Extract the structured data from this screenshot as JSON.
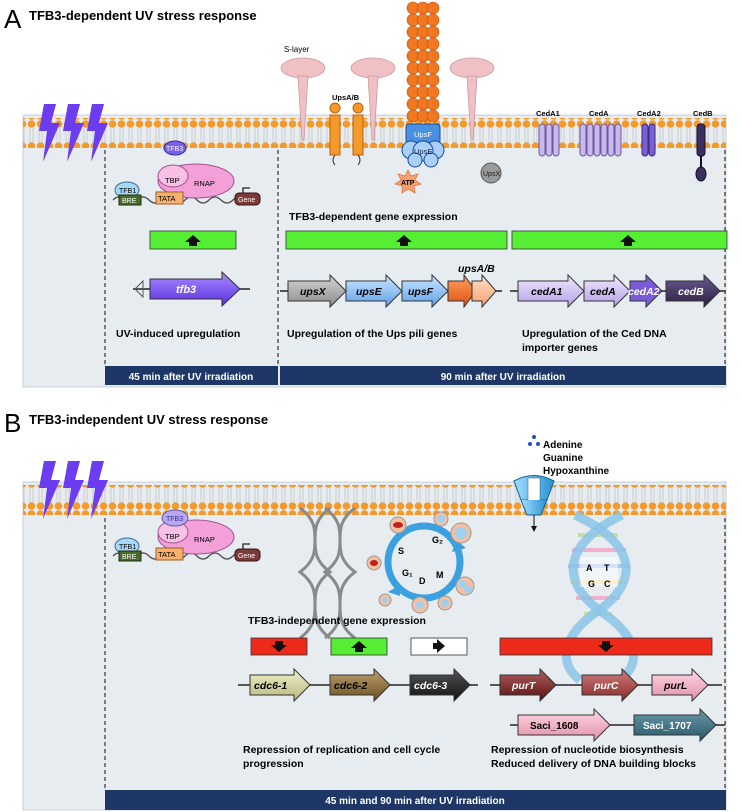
{
  "panelA": {
    "letter": "A",
    "title": "TFB3-dependent UV stress response",
    "slayer": "S-layer",
    "upsAB": "UpsA/B",
    "upsF": "UpsF",
    "upsE": "UpsE",
    "atp": "ATP",
    "upsX": "UpsX",
    "cedA1": "CedA1",
    "cedA": "CedA",
    "cedA2": "CedA2",
    "cedB": "CedB",
    "tfb3": "TFB3",
    "tbp": "TBP",
    "rnap": "RNAP",
    "tfb1": "TFB1",
    "bre": "BRE",
    "tata": "TATA",
    "gene": "Gene",
    "expr_title": "TFB3-dependent gene expression",
    "gene_tfb3": "tfb3",
    "gene_upsX": "upsX",
    "gene_upsE": "upsE",
    "gene_upsF": "upsF",
    "gene_upsAB": "upsA/B",
    "gene_cedA1": "cedA1",
    "gene_cedA": "cedA",
    "gene_cedA2": "cedA2",
    "gene_cedB": "cedB",
    "cap1": "UV-induced upregulation",
    "cap2": "Upregulation of the Ups pili genes",
    "cap3a": "Upregulation of the Ced DNA",
    "cap3b": "importer genes",
    "time1": "45 min after UV irradiation",
    "time2": "90 min after UV irradiation"
  },
  "panelB": {
    "letter": "B",
    "title": "TFB3-independent UV stress response",
    "adenine": "Adenine",
    "guanine": "Guanine",
    "hypoxanthine": "Hypoxanthine",
    "tfb3": "TFB3",
    "tbp": "TBP",
    "rnap": "RNAP",
    "tfb1": "TFB1",
    "bre": "BRE",
    "tata": "TATA",
    "gene": "Gene",
    "phase_s": "S",
    "phase_g2": "G₂",
    "phase_g1": "G₁",
    "phase_d": "D",
    "phase_m": "M",
    "base_a": "A",
    "base_t": "T",
    "base_g": "G",
    "base_c": "C",
    "expr_title": "TFB3-independent gene expression",
    "gene_cdc61": "cdc6-1",
    "gene_cdc62": "cdc6-2",
    "gene_cdc63": "cdc6-3",
    "gene_purT": "purT",
    "gene_purC": "purC",
    "gene_purL": "purL",
    "gene_saci1608": "Saci_1608",
    "gene_saci1707": "Saci_1707",
    "cap1a": "Repression of replication and cell cycle",
    "cap1b": "progression",
    "cap2a": "Repression of nucleotide biosynthesis",
    "cap2b": "Reduced delivery of DNA building blocks",
    "time": "45 min and 90 min after UV irradiation"
  },
  "colors": {
    "up": "#55ee33",
    "down": "#ee2a1a",
    "timebar": "#1f3766",
    "membrane": "#f39a2a",
    "bolt": "#6b3cf0",
    "cell": "#e6ecf0"
  }
}
